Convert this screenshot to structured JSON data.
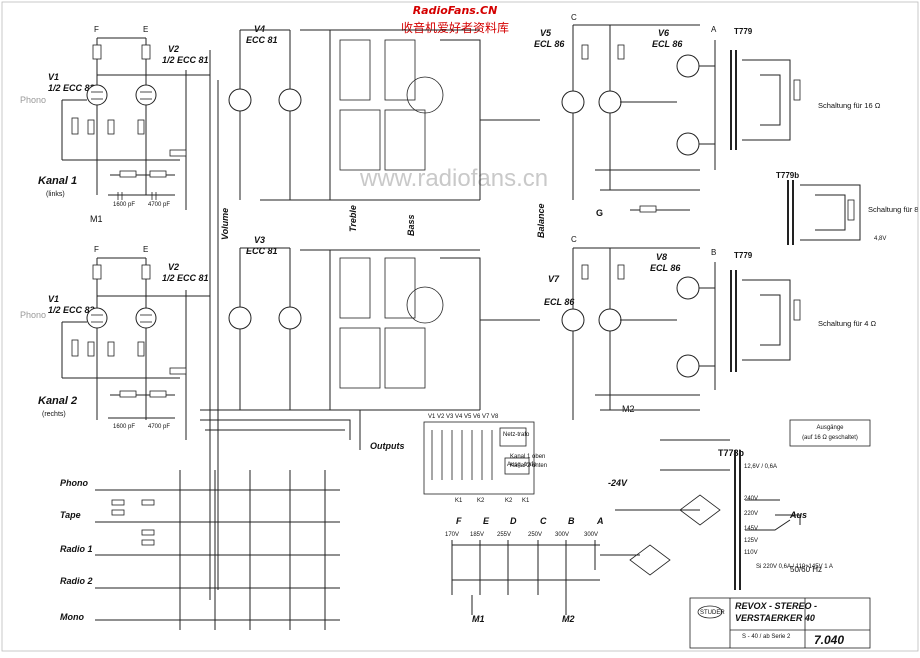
{
  "header": {
    "site": "RadioFans.CN",
    "site_cn": "收音机爱好者资料库",
    "watermark": "www.radiofans.cn"
  },
  "channel1": {
    "input": "Phono",
    "v1": "V1",
    "v1_type": "1/2 ECC 83",
    "v2": "V2",
    "v2_type": "1/2 ECC 81",
    "kanal": "Kanal 1",
    "side": "(links)",
    "ground": "M1",
    "c1": "1600 pF",
    "c2": "4700 pF"
  },
  "channel2": {
    "input": "Phono",
    "v1": "V1",
    "v1_type": "1/2 ECC 83",
    "v2": "V2",
    "v2_type": "1/2 ECC 81",
    "kanal": "Kanal 2",
    "side": "(rechts)",
    "c1": "1600 pF",
    "c2": "4700 pF"
  },
  "tone": {
    "v4": "V4",
    "v4_type": "ECC 81",
    "v3": "V3",
    "v3_type": "ECC 81",
    "volume": "Volume",
    "treble": "Treble",
    "bass": "Bass",
    "balance": "Balance"
  },
  "driver": {
    "v5": "V5",
    "v5_type": "ECL 86",
    "v7": "V7",
    "v7_type": "ECL 86",
    "v6": "V6",
    "v6_type": "ECL 86",
    "v8": "V8",
    "v8_type": "ECL 86",
    "g_label": "G",
    "m2": "M2"
  },
  "output": {
    "t1": "T779",
    "t2": "T779b",
    "t3": "T779",
    "s16": "Schaltung für 16 Ω",
    "s8": "Schaltung für 8 Ω",
    "s8b": "4,8V",
    "s4": "Schaltung für 4 Ω",
    "note1": "Ausgänge",
    "note2": "(auf 16 Ω geschaltet)"
  },
  "selector": {
    "inputs": [
      "Phono",
      "Tape",
      "Radio 1",
      "Radio 2",
      "Mono"
    ],
    "outputs": "Outputs"
  },
  "switch_panel": {
    "tubes": "V1 V2 V3 V4 V5 V6 V7 V8",
    "netz": "Netz-trafo",
    "ausgang": "Ausg.-trafo",
    "k1": "Kanal 1 oben",
    "k2": "Kanal 2 unten",
    "k_labels": [
      "K1",
      "K2",
      "K2",
      "K1"
    ]
  },
  "power": {
    "letters": [
      "F",
      "E",
      "D",
      "C",
      "B",
      "A"
    ],
    "voltages": [
      "170V",
      "185V",
      "255V",
      "250V",
      "300V",
      "300V"
    ],
    "transformer": "T778b",
    "aus": "Aus",
    "freq": "50/60 Hz",
    "taps": [
      "12,6V / 0,6A",
      "240V",
      "220V",
      "145V",
      "125V",
      "110V"
    ],
    "fuse": "Si 220V 0,6A / 110÷145V 1 A",
    "g_neg": "-24V",
    "m1": "M1",
    "m2": "M2"
  },
  "titleblock": {
    "title1": "REVOX - STEREO -",
    "title2": "VERSTAERKER 40",
    "model": "S - 40 / ab Serie 2",
    "number": "7.040",
    "company": "STUDER"
  }
}
